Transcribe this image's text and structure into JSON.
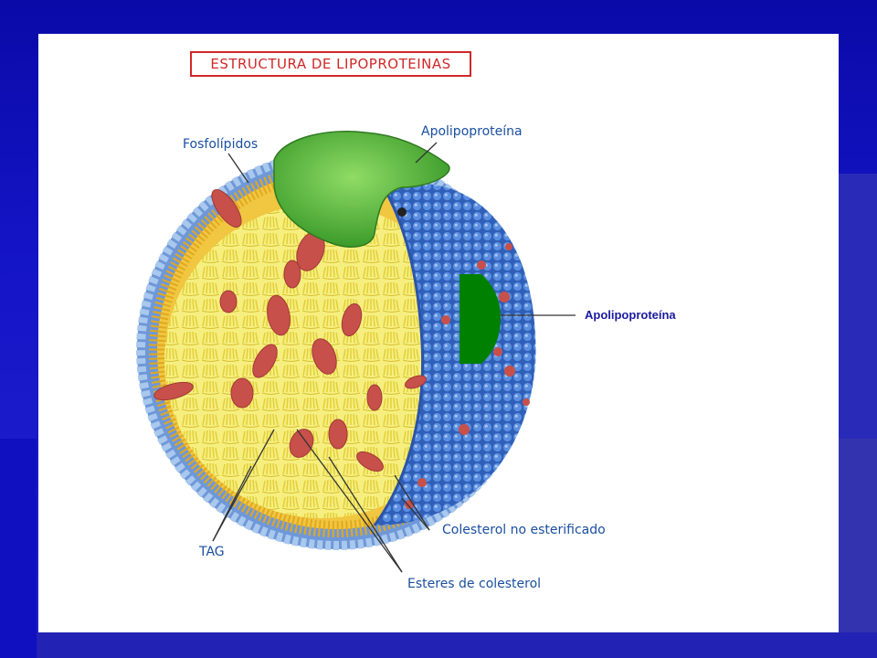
{
  "title": "ESTRUCTURA DE LIPOPROTEINAS",
  "labels": {
    "phospholipids": "Fosfolípidos",
    "apolipoprotein_top": "Apolipoproteína",
    "apolipoprotein_overlay": "Apolipoproteína",
    "tag": "TAG",
    "free_cholesterol": "Colesterol no esterificado",
    "cholesterol_esters": "Esteres de colesterol"
  },
  "colors": {
    "title": "#d02828",
    "labels": "#1a4fa0",
    "overlay_shape": "#008000",
    "surface": "#3a6fc8",
    "core": "#f3ec6a",
    "protein": "#5fbf3a"
  }
}
